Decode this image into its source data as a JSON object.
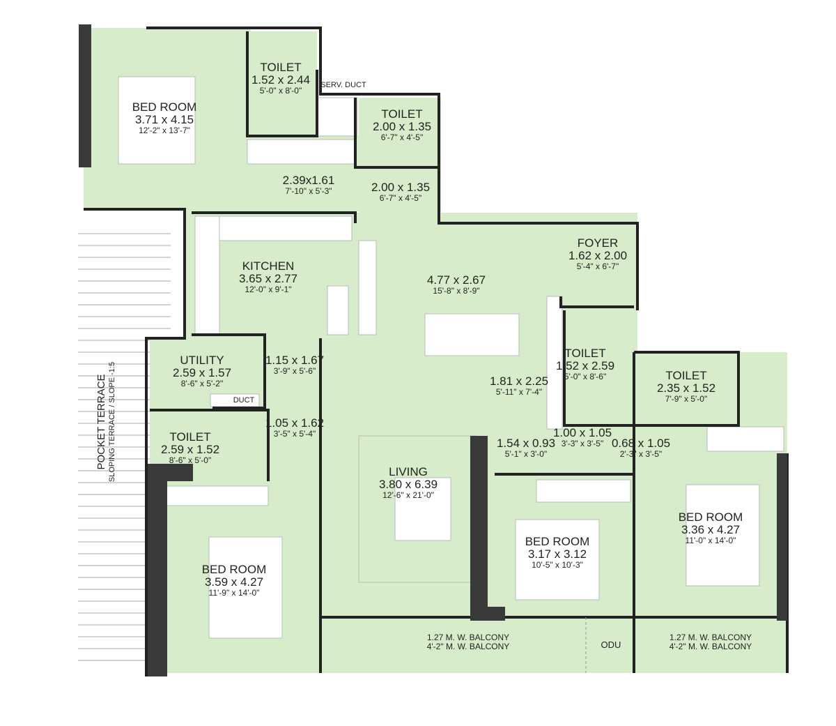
{
  "colors": {
    "room_fill": "#d6ecca",
    "wall": "#222222",
    "column": "#3a3a3a",
    "furniture": "#ffffff"
  },
  "rooms": [
    {
      "name": "BED ROOM",
      "metric": "3.71 x 4.15",
      "imperial": "12'-2\" x 13'-7\""
    },
    {
      "name": "TOILET",
      "metric": "1.52 x 2.44",
      "imperial": "5'-0\" x 8'-0\""
    },
    {
      "name": "TOILET",
      "metric": "2.00 x 1.35",
      "imperial": "6'-7\" x 4'-5\""
    },
    {
      "name": "",
      "metric": "2.39x1.61",
      "imperial": "7'-10\" x 5'-3\""
    },
    {
      "name": "",
      "metric": "2.00 x 1.35",
      "imperial": "6'-7\" x 4'-5\""
    },
    {
      "name": "KITCHEN",
      "metric": "3.65 x 2.77",
      "imperial": "12'-0\" x 9'-1\""
    },
    {
      "name": "FOYER",
      "metric": "1.62 x 2.00",
      "imperial": "5'-4\" x 6'-7\""
    },
    {
      "name": "",
      "metric": "4.77 x 2.67",
      "imperial": "15'-8\" x 8'-9\""
    },
    {
      "name": "UTILITY",
      "metric": "2.59 x 1.57",
      "imperial": "8'-6\" x 5'-2\""
    },
    {
      "name": "",
      "metric": "1.15 x 1.67",
      "imperial": "3'-9\" x 5'-6\""
    },
    {
      "name": "TOILET",
      "metric": "1.52 x 2.59",
      "imperial": "5'-0\" x 8'-6\""
    },
    {
      "name": "TOILET",
      "metric": "2.35 x 1.52",
      "imperial": "7'-9\" x 5'-0\""
    },
    {
      "name": "",
      "metric": "1.81 x 2.25",
      "imperial": "5'-11\" x 7'-4\""
    },
    {
      "name": "TOILET",
      "metric": "2.59 x 1.52",
      "imperial": "8'-6\" x 5'-0\""
    },
    {
      "name": "",
      "metric": "1.05 x 1.62",
      "imperial": "3'-5\" x 5'-4\""
    },
    {
      "name": "",
      "metric": "1.54 x 0.93",
      "imperial": "5'-1\" x 3'-0\""
    },
    {
      "name": "",
      "metric": "1.00 x 1.05",
      "imperial": "3'-3\" x 3'-5\""
    },
    {
      "name": "",
      "metric": "0.68 x 1.05",
      "imperial": "2'-3\" x 3'-5\""
    },
    {
      "name": "LIVING",
      "metric": "3.80 x 6.39",
      "imperial": "12'-6\" x 21'-0\""
    },
    {
      "name": "BED ROOM",
      "metric": "3.17 x 3.12",
      "imperial": "10'-5\" x 10'-3\""
    },
    {
      "name": "BED ROOM",
      "metric": "3.36 x 4.27",
      "imperial": "11'-0\" x 14'-0\""
    },
    {
      "name": "BED ROOM",
      "metric": "3.59 x 4.27",
      "imperial": "11'-9\" x 14'-0\""
    }
  ],
  "labels": {
    "serv_duct": "SERV. DUCT",
    "duct": "DUCT",
    "odu": "ODU",
    "balcony1": {
      "line1": "1.27 M. W. BALCONY",
      "line2": "4'-2\" M. W. BALCONY"
    },
    "balcony2": {
      "line1": "1.27 M. W. BALCONY",
      "line2": "4'-2\" M. W. BALCONY"
    },
    "terrace": {
      "line1": "POCKET TERRACE",
      "line2": "SLOPING TERRACE / SLOPE -1:5"
    }
  }
}
